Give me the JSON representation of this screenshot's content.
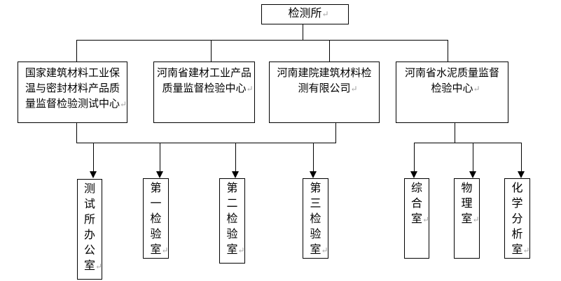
{
  "chart": {
    "type": "org-chart",
    "root": {
      "label": "检测所"
    },
    "level2": [
      {
        "label": "国家建筑材料工业保\n温与密封材料产品质\n量监督检验测试中心"
      },
      {
        "label": "河南省建材工业产品\n质量监督检验中心"
      },
      {
        "label": "河南建院建筑材料检\n测有限公司"
      },
      {
        "label": "河南省水泥质量监督\n检验中心"
      }
    ],
    "level3": [
      {
        "label": "测\n试\n所\n办\n公\n室"
      },
      {
        "label": "第\n一\n检\n验\n室"
      },
      {
        "label": "第\n二\n检\n验\n室"
      },
      {
        "label": "第\n三\n检\n验\n室"
      },
      {
        "label": "综\n合\n室"
      },
      {
        "label": "物\n理\n室"
      },
      {
        "label": "化\n学\n分\n析\n室"
      }
    ],
    "marks": {
      "return_mark": "↵"
    },
    "colors": {
      "line": "#000000",
      "box_border": "#000000",
      "background": "#ffffff",
      "return_mark": "#9e9e9e"
    }
  }
}
